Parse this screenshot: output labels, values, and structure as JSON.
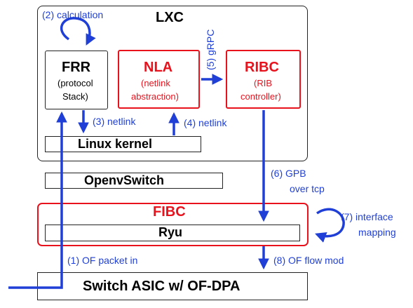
{
  "colors": {
    "arrow": "#1f3fd6",
    "label": "#1f3fd6",
    "accent_red": "#e8121d",
    "border": "#222222"
  },
  "lxc": {
    "title": "LXC"
  },
  "frr": {
    "title": "FRR",
    "line1": "(protocol",
    "line2": "Stack)"
  },
  "nla": {
    "title": "NLA",
    "line1": "(netlink",
    "line2": "abstraction)"
  },
  "ribc": {
    "title": "RIBC",
    "line1": "(RIB",
    "line2": "controller)"
  },
  "linux_kernel": {
    "title": "Linux kernel"
  },
  "openvswitch": {
    "title": "OpenvSwitch"
  },
  "fibc": {
    "title": "FIBC"
  },
  "ryu": {
    "title": "Ryu"
  },
  "switch_asic": {
    "title": "Switch ASIC w/ OF-DPA"
  },
  "steps": {
    "s1": "(1) OF packet in",
    "s2": "(2) calculation",
    "s3": "(3) netlink",
    "s4": "(4) netlink",
    "s5": "(5) gRPC",
    "s6_line1": "(6) GPB",
    "s6_line2": "over tcp",
    "s7_line1": "(7) interface",
    "s7_line2": "mapping",
    "s8": "(8) OF flow mod"
  }
}
